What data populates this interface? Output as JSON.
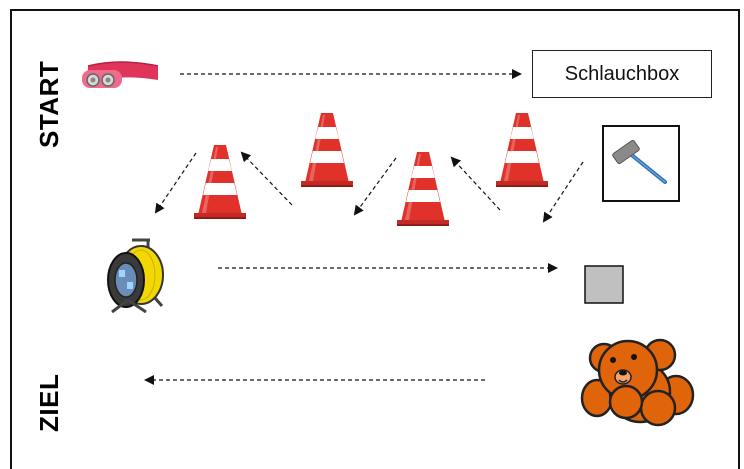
{
  "labels": {
    "start": "START",
    "finish": "ZIEL",
    "box": "Schlauchbox"
  },
  "colors": {
    "cone_red": "#e0312a",
    "collar_pink": "#e0345a",
    "teddy_orange": "#e0640a",
    "reel_yellow": "#f2d800",
    "square_gray": "#c0c0c0"
  },
  "stations": [
    {
      "name": "dog-collar",
      "icon": "collar-icon"
    },
    {
      "name": "schlauchbox",
      "icon": "box"
    },
    {
      "name": "hammer",
      "icon": "hammer-icon"
    },
    {
      "name": "cones-slalom",
      "icon": "cone-icon",
      "count": 4
    },
    {
      "name": "cable-reel",
      "icon": "cable-reel-icon"
    },
    {
      "name": "gray-square",
      "icon": "square-icon"
    },
    {
      "name": "teddy-bear",
      "icon": "teddy-bear-icon"
    }
  ]
}
